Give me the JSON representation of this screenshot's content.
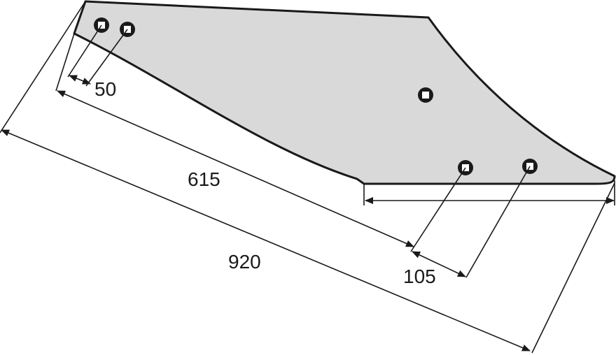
{
  "colors": {
    "part_fill": "#d9d9d9",
    "line": "#1a1a1a",
    "background": "#ffffff"
  },
  "dimensions": {
    "d50": "50",
    "d615": "615",
    "d920": "920",
    "d105": "105"
  }
}
